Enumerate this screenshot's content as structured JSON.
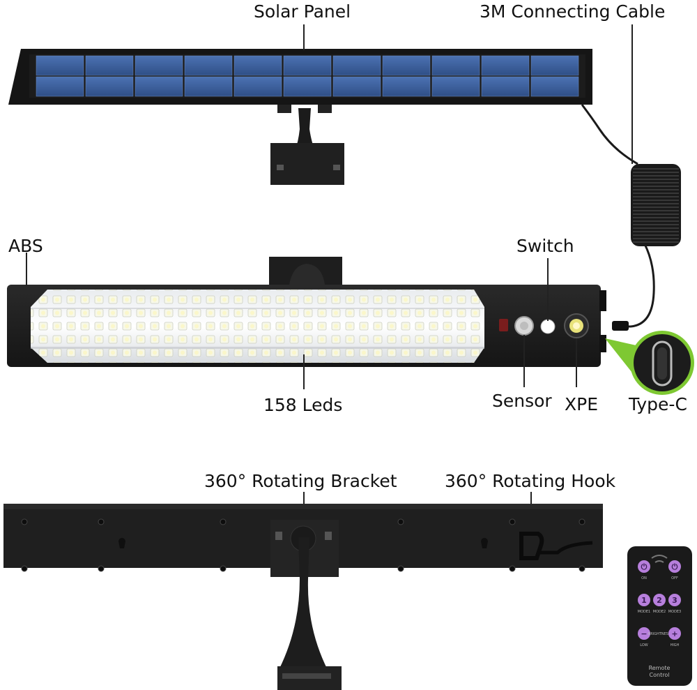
{
  "labels": {
    "solar_panel": "Solar Panel",
    "cable": "3M Connecting Cable",
    "abs": "ABS",
    "switch": "Switch",
    "leds": "158 Leds",
    "sensor": "Sensor",
    "xpe": "XPE",
    "type_c": "Type-C",
    "bracket": "360° Rotating Bracket",
    "hook": "360° Rotating Hook"
  },
  "remote": {
    "buttons": [
      {
        "label": "ON",
        "glyph": "⏻"
      },
      {
        "label": "OFF",
        "glyph": "⏻"
      },
      {
        "label": "MODE1",
        "glyph": "1"
      },
      {
        "label": "MODE2",
        "glyph": "2"
      },
      {
        "label": "MODE3",
        "glyph": "3"
      },
      {
        "label": "LOW",
        "glyph": "−"
      },
      {
        "label": "BRIGHTNESS",
        "glyph": ""
      },
      {
        "label": "HIGH",
        "glyph": "+"
      }
    ],
    "caption_line1": "Remote",
    "caption_line2": "Control"
  },
  "colors": {
    "panel_cell": "#3c5f9c",
    "body": "#1c1c1c",
    "remote_button": "#b77fdc",
    "accent_green": "#7ec832"
  }
}
